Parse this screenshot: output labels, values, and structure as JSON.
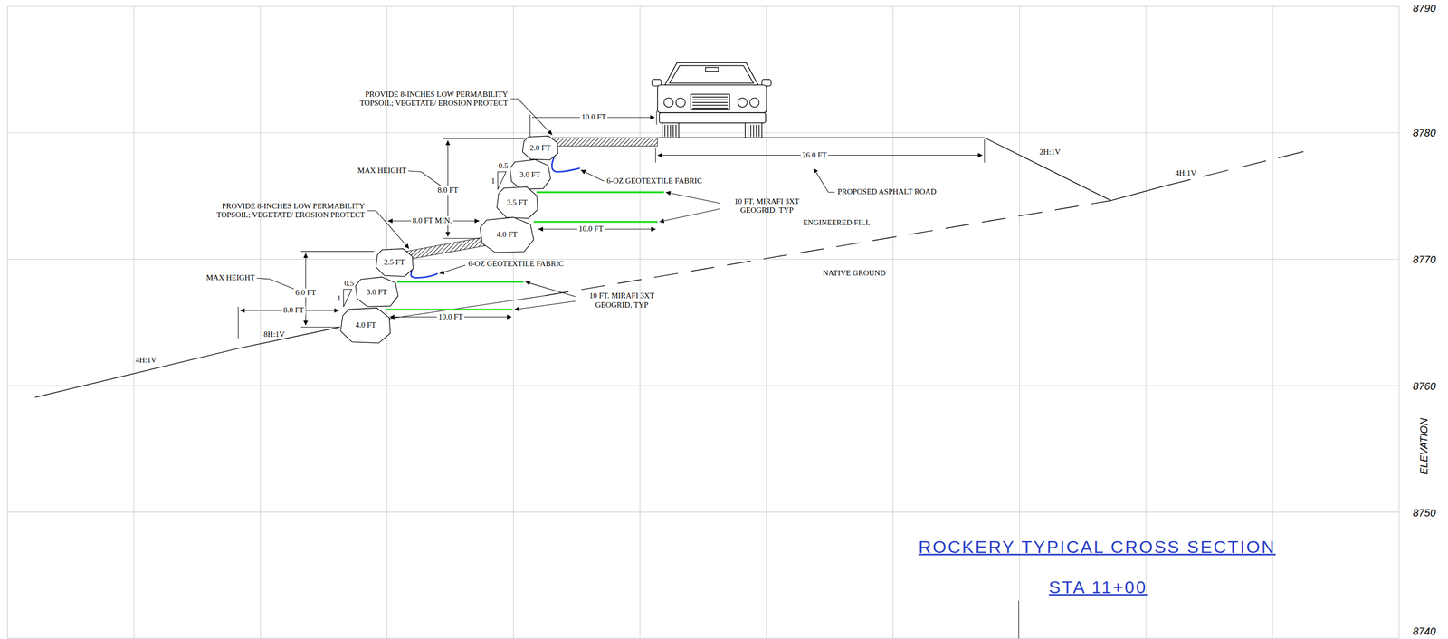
{
  "diagram": {
    "title": "ROCKERY TYPICAL CROSS SECTION",
    "caption": "STA 11+00",
    "nodes": [
      {
        "text": [
          "2.0 FT"
        ]
      },
      {
        "text": [
          "3.0 FT"
        ]
      },
      {
        "text": [
          "3.5 FT"
        ]
      },
      {
        "text": [
          "4.0 FT"
        ]
      },
      {
        "text": [
          "2.5 FT"
        ]
      },
      {
        "text": [
          "3.0 FT"
        ]
      },
      {
        "text": [
          "4.0 FT"
        ]
      }
    ],
    "labels": [
      "PROVIDE 8-INCHES LOW PERMABILITY TOPSOIL; VEGETATE/ EROSION PROTECT",
      "10.0 FT",
      "MAX HEIGHT",
      "8.0 FT",
      "0.5",
      "1",
      "6-OZ GEOTEXTILE FABRIC",
      "10 FT. MIRAFI 3XT GEOGRID, TYP",
      "26.0 FT",
      "PROPOSED ASPHALT ROAD",
      "2H:1V",
      "4H:1V",
      "PROVIDE 8-INCHES LOW PERMABILITY TOPSOIL; VEGETATE/ EROSION PROTECT",
      "8.0 FT MIN.",
      "10.0 FT",
      "ENGINEERED FILL",
      "6-OZ GEOTEXTILE FABRIC",
      "NATIVE GROUND",
      "MAX HEIGHT",
      "6.0 FT",
      "0.5",
      "1",
      "10 FT. MIRAFI 3XT GEOGRID, TYP",
      "8.0 FT",
      "10.0 FT",
      "8H:1V",
      "4H:1V",
      "8790",
      "8780",
      "8770",
      "8760",
      "8750",
      "8740",
      "ELEVATION"
    ]
  }
}
